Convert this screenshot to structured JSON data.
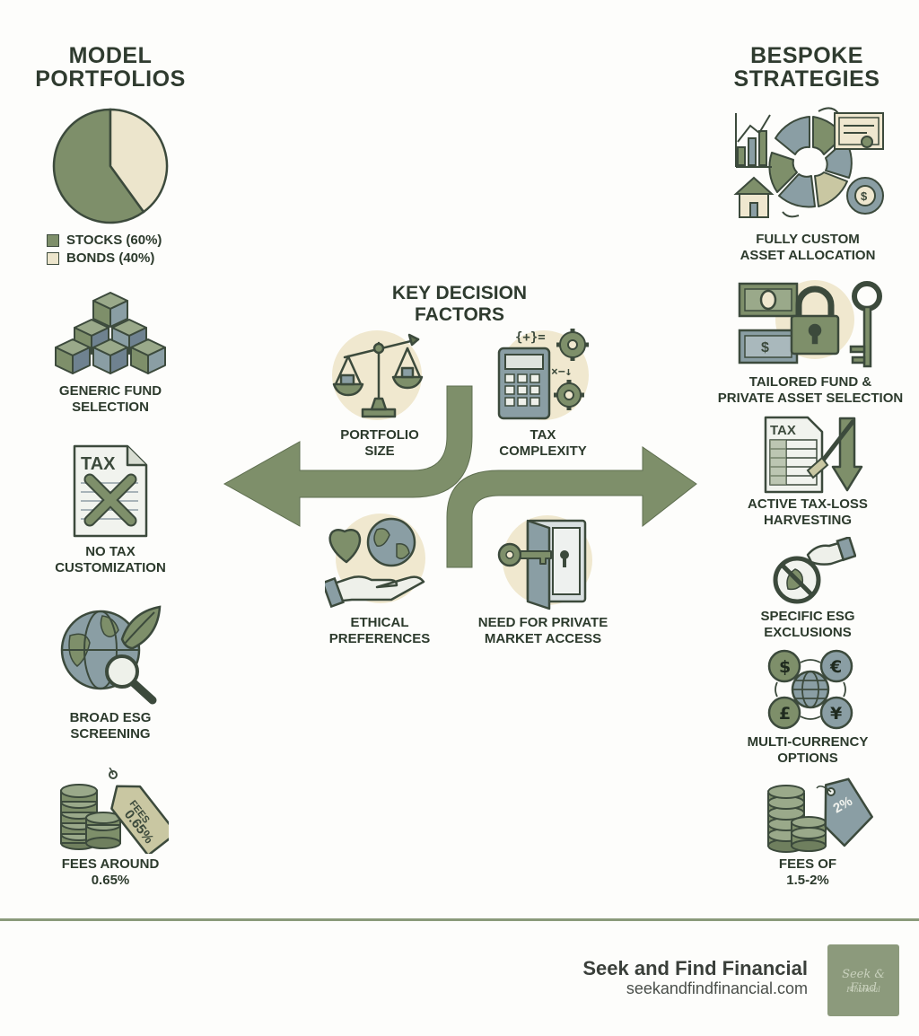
{
  "left_column": {
    "title_lines": [
      "MODEL",
      "PORTFOLIOS"
    ],
    "allocation": [
      {
        "label": "STOCKS (60%)",
        "share": 0.6,
        "color": "#7e8f6a"
      },
      {
        "label": "BONDS (40%)",
        "share": 0.4,
        "color": "#ece5cc"
      }
    ],
    "items": [
      {
        "icon": "stacked-cubes-icon",
        "lines": [
          "GENERIC FUND",
          "SELECTION"
        ]
      },
      {
        "icon": "tax-document-crossed-icon",
        "lines": [
          "NO TAX",
          "CUSTOMIZATION"
        ],
        "icon_text": "TAX"
      },
      {
        "icon": "globe-leaf-magnifier-icon",
        "lines": [
          "BROAD ESG",
          "SCREENING"
        ]
      },
      {
        "icon": "coins-fee-tag-icon",
        "lines": [
          "FEES AROUND",
          "0.65%"
        ],
        "tag_text_lines": [
          "FEES",
          "0.65%"
        ]
      }
    ]
  },
  "center": {
    "title_lines": [
      "KEY DECISION",
      "FACTORS"
    ],
    "factors": [
      {
        "icon": "balance-scale-icon",
        "lines": [
          "PORTFOLIO",
          "SIZE"
        ]
      },
      {
        "icon": "calculator-gears-icon",
        "lines": [
          "TAX",
          "COMPLEXITY"
        ],
        "icon_text": "{+}="
      },
      {
        "icon": "heart-globe-hand-icon",
        "lines": [
          "ETHICAL",
          "PREFERENCES"
        ]
      },
      {
        "icon": "vault-key-icon",
        "lines": [
          "NEED FOR PRIVATE",
          "MARKET ACCESS"
        ]
      }
    ]
  },
  "right_column": {
    "title_lines": [
      "BESPOKE",
      "STRATEGIES"
    ],
    "items": [
      {
        "icon": "custom-allocation-cycle-icon",
        "lines": [
          "FULLY CUSTOM",
          "ASSET ALLOCATION"
        ]
      },
      {
        "icon": "cash-lock-key-icon",
        "lines": [
          "TAILORED FUND &",
          "PRIVATE ASSET SELECTION"
        ]
      },
      {
        "icon": "tax-loss-harvesting-icon",
        "lines": [
          "ACTIVE TAX-LOSS",
          "HARVESTING"
        ],
        "icon_text": "TAX"
      },
      {
        "icon": "hand-prohibited-icon",
        "lines": [
          "SPECIFIC ESG",
          "EXCLUSIONS"
        ]
      },
      {
        "icon": "currency-exchange-icon",
        "lines": [
          "MULTI-CURRENCY",
          "OPTIONS"
        ],
        "symbols": [
          "$",
          "€",
          "£",
          "¥"
        ]
      },
      {
        "icon": "coins-percent-tag-icon",
        "lines": [
          "FEES OF",
          "1.5-2%"
        ],
        "tag_text": "2%"
      }
    ]
  },
  "footer": {
    "company": "Seek and Find Financial",
    "url": "seekandfindfinancial.com",
    "logo_text_lines": [
      "Seek & Find",
      "Financial"
    ]
  },
  "colors": {
    "sage": "#7e8f6a",
    "dark_sage": "#5f6f50",
    "blue_gray": "#8a9ea4",
    "cream": "#efe7cf",
    "ink": "#3c4a3c",
    "paper": "#f1f3ee"
  }
}
